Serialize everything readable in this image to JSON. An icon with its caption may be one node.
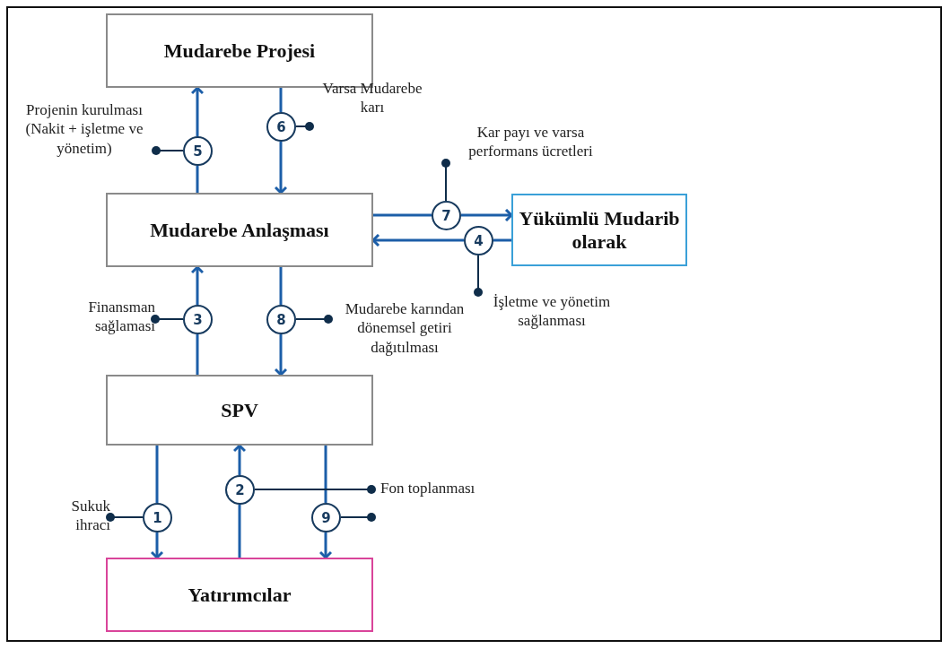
{
  "diagram": {
    "nodes": [
      {
        "text": [
          "Mudarebe Projesi"
        ]
      },
      {
        "text": [
          "Mudarebe Anlaşması"
        ]
      },
      {
        "text": [
          "Yükümlü Mudarib olarak"
        ]
      },
      {
        "text": [
          "SPV"
        ]
      },
      {
        "text": [
          "Yatırımcılar"
        ]
      },
      {
        "text": [
          "5"
        ]
      },
      {
        "text": [
          "6"
        ]
      },
      {
        "text": [
          "7"
        ]
      },
      {
        "text": [
          "4"
        ]
      },
      {
        "text": [
          "3"
        ]
      },
      {
        "text": [
          "8"
        ]
      },
      {
        "text": [
          "1"
        ]
      },
      {
        "text": [
          "2"
        ]
      },
      {
        "text": [
          "9"
        ]
      },
      {
        "text": [
          "Projenin kurulması (Nakit + işletme ve yönetim)"
        ]
      },
      {
        "text": [
          "Varsa Mudarebe karı"
        ]
      },
      {
        "text": [
          "Kar payı ve varsa performans ücretleri"
        ]
      },
      {
        "text": [
          "İşletme ve yönetim sağlanması"
        ]
      },
      {
        "text": [
          "Finansman sağlaması"
        ]
      },
      {
        "text": [
          "Mudarebe karından dönemsel getiri dağıtılması"
        ]
      },
      {
        "text": [
          "Sukuk ihracı"
        ]
      },
      {
        "text": [
          "Fon toplanması"
        ]
      }
    ],
    "edges": [
      {
        "from": 1,
        "to": 5,
        "arrow": "none"
      },
      {
        "from": 5,
        "to": 0,
        "arrow": "to"
      },
      {
        "from": 0,
        "to": 6,
        "arrow": "none"
      },
      {
        "from": 6,
        "to": 1,
        "arrow": "to"
      },
      {
        "from": 1,
        "to": 7,
        "arrow": "none"
      },
      {
        "from": 7,
        "to": 2,
        "arrow": "to"
      },
      {
        "from": 2,
        "to": 8,
        "arrow": "none"
      },
      {
        "from": 8,
        "to": 1,
        "arrow": "to"
      },
      {
        "from": 3,
        "to": 9,
        "arrow": "none"
      },
      {
        "from": 9,
        "to": 1,
        "arrow": "to"
      },
      {
        "from": 1,
        "to": 10,
        "arrow": "none"
      },
      {
        "from": 10,
        "to": 3,
        "arrow": "to"
      },
      {
        "from": 3,
        "to": 11,
        "arrow": "none"
      },
      {
        "from": 11,
        "to": 4,
        "arrow": "to"
      },
      {
        "from": 4,
        "to": 12,
        "arrow": "none"
      },
      {
        "from": 12,
        "to": 3,
        "arrow": "to"
      },
      {
        "from": 3,
        "to": 13,
        "arrow": "none"
      },
      {
        "from": 13,
        "to": 4,
        "arrow": "to"
      },
      {
        "from": 14,
        "to": 5,
        "arrow": "other",
        "color": "#0f2d4a"
      },
      {
        "from": 15,
        "to": 6,
        "arrow": "other",
        "color": "#0f2d4a"
      },
      {
        "from": 16,
        "to": 7,
        "arrow": "other",
        "color": "#0f2d4a"
      },
      {
        "from": 17,
        "to": 8,
        "arrow": "other",
        "color": "#0f2d4a"
      },
      {
        "from": 18,
        "to": 9,
        "arrow": "other",
        "color": "#0f2d4a"
      },
      {
        "from": 19,
        "to": 10,
        "arrow": "other",
        "color": "#0f2d4a"
      },
      {
        "from": 20,
        "to": 11,
        "arrow": "other",
        "color": "#0f2d4a"
      },
      {
        "from": 21,
        "to": 12,
        "arrow": "other",
        "color": "#0f2d4a"
      },
      {
        "from": 21,
        "to": 13,
        "arrow": "other",
        "color": "#0f2d4a"
      }
    ]
  }
}
